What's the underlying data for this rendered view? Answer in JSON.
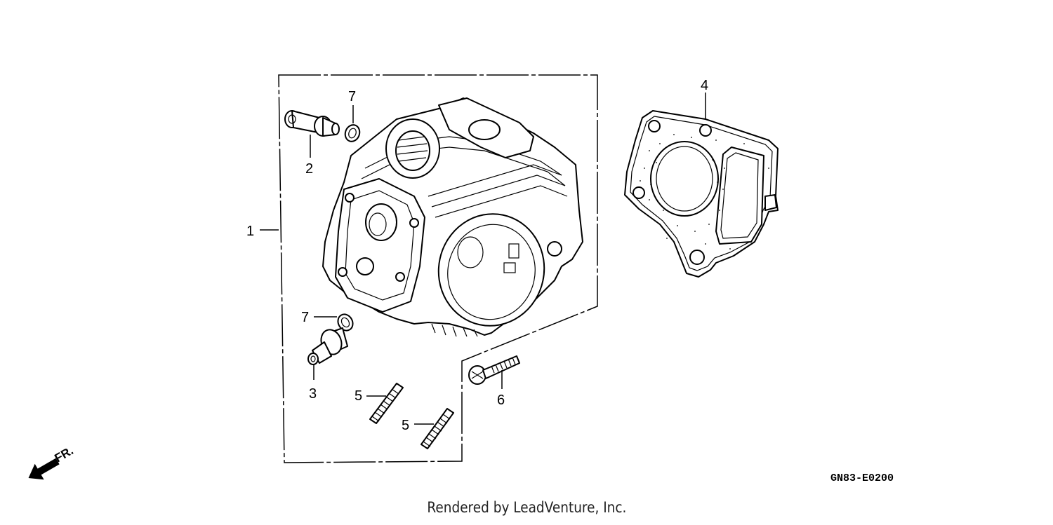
{
  "diagram": {
    "callouts": [
      {
        "id": "1",
        "label": "1"
      },
      {
        "id": "2",
        "label": "2"
      },
      {
        "id": "3",
        "label": "3"
      },
      {
        "id": "4",
        "label": "4"
      },
      {
        "id": "5a",
        "label": "5"
      },
      {
        "id": "5b",
        "label": "5"
      },
      {
        "id": "6",
        "label": "6"
      },
      {
        "id": "7a",
        "label": "7"
      },
      {
        "id": "7b",
        "label": "7"
      }
    ],
    "direction_label": "FR.",
    "diagram_code": "GN83-E0200"
  },
  "footer": {
    "text": "Rendered by LeadVenture, Inc."
  }
}
